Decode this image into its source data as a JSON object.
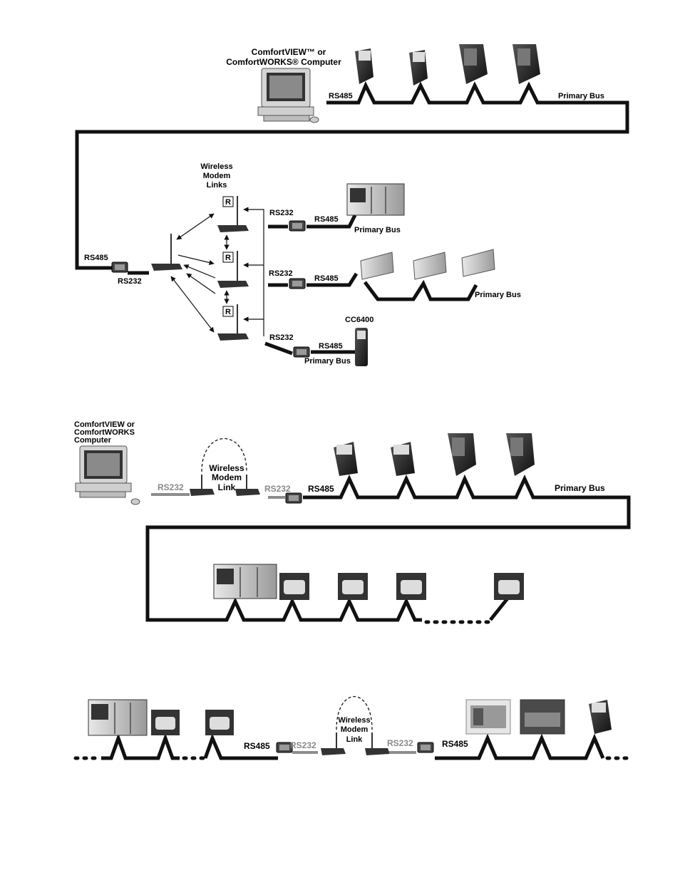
{
  "diagram1": {
    "computer_label_line1": "ComfortVIEW™ or",
    "computer_label_line2": "ComfortWORKS® Computer",
    "rs485_top": "RS485",
    "primary_bus_top": "Primary Bus",
    "rs485_left": "RS485",
    "rs232_left": "RS232",
    "wireless_line1": "Wireless",
    "wireless_line2": "Modem",
    "wireless_line3": "Links",
    "repeater": "R",
    "rs232_a": "RS232",
    "rs485_a": "RS485",
    "primary_bus_a": "Primary Bus",
    "rs232_b": "RS232",
    "rs485_b": "RS485",
    "primary_bus_b": "Primary Bus",
    "cc6400": "CC6400",
    "rs232_c": "RS232",
    "rs485_c": "RS485",
    "primary_bus_c": "Primary Bus"
  },
  "diagram2": {
    "computer_line1": "ComfortVIEW or",
    "computer_line2": "ComfortWORKS",
    "computer_line3": "Computer",
    "rs232_gray_left": "RS232",
    "wireless_line1": "Wireless",
    "wireless_line2": "Modem",
    "wireless_line3": "Link",
    "rs232_gray_right": "RS232",
    "rs485": "RS485",
    "primary_bus": "Primary Bus"
  },
  "diagram3": {
    "rs485_left": "RS485",
    "rs232_gray_left": "RS232",
    "wireless_line1": "Wireless",
    "wireless_line2": "Modem",
    "wireless_line3": "Link",
    "rs232_gray_right": "RS232",
    "rs485_right": "RS485"
  }
}
